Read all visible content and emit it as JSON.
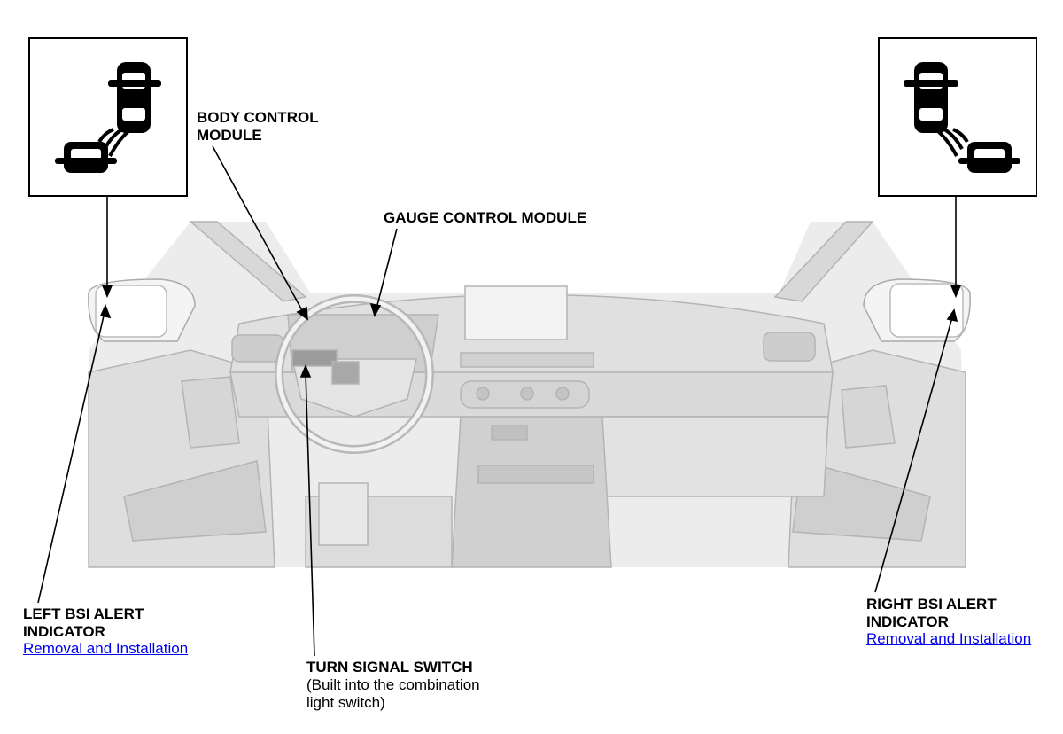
{
  "labels": {
    "body_control_module": [
      "BODY CONTROL",
      "MODULE"
    ],
    "gauge_control_module": "GAUGE CONTROL MODULE",
    "left_bsi": [
      "LEFT BSI ALERT",
      "INDICATOR"
    ],
    "right_bsi": [
      "RIGHT BSI ALERT",
      "INDICATOR"
    ],
    "turn_signal_switch": "TURN SIGNAL SWITCH",
    "turn_signal_note": [
      "(Built into the combination",
      "light switch)"
    ]
  },
  "links": {
    "left_removal": "Removal and Installation",
    "right_removal": "Removal and Installation"
  },
  "icons": {
    "left_inset": "bsi-left-alert-icon",
    "right_inset": "bsi-right-alert-icon"
  },
  "colors": {
    "link": "#0000ee",
    "line": "#000000",
    "interior_fill": "#e6e6e6",
    "interior_stroke": "#b4b4b4"
  }
}
